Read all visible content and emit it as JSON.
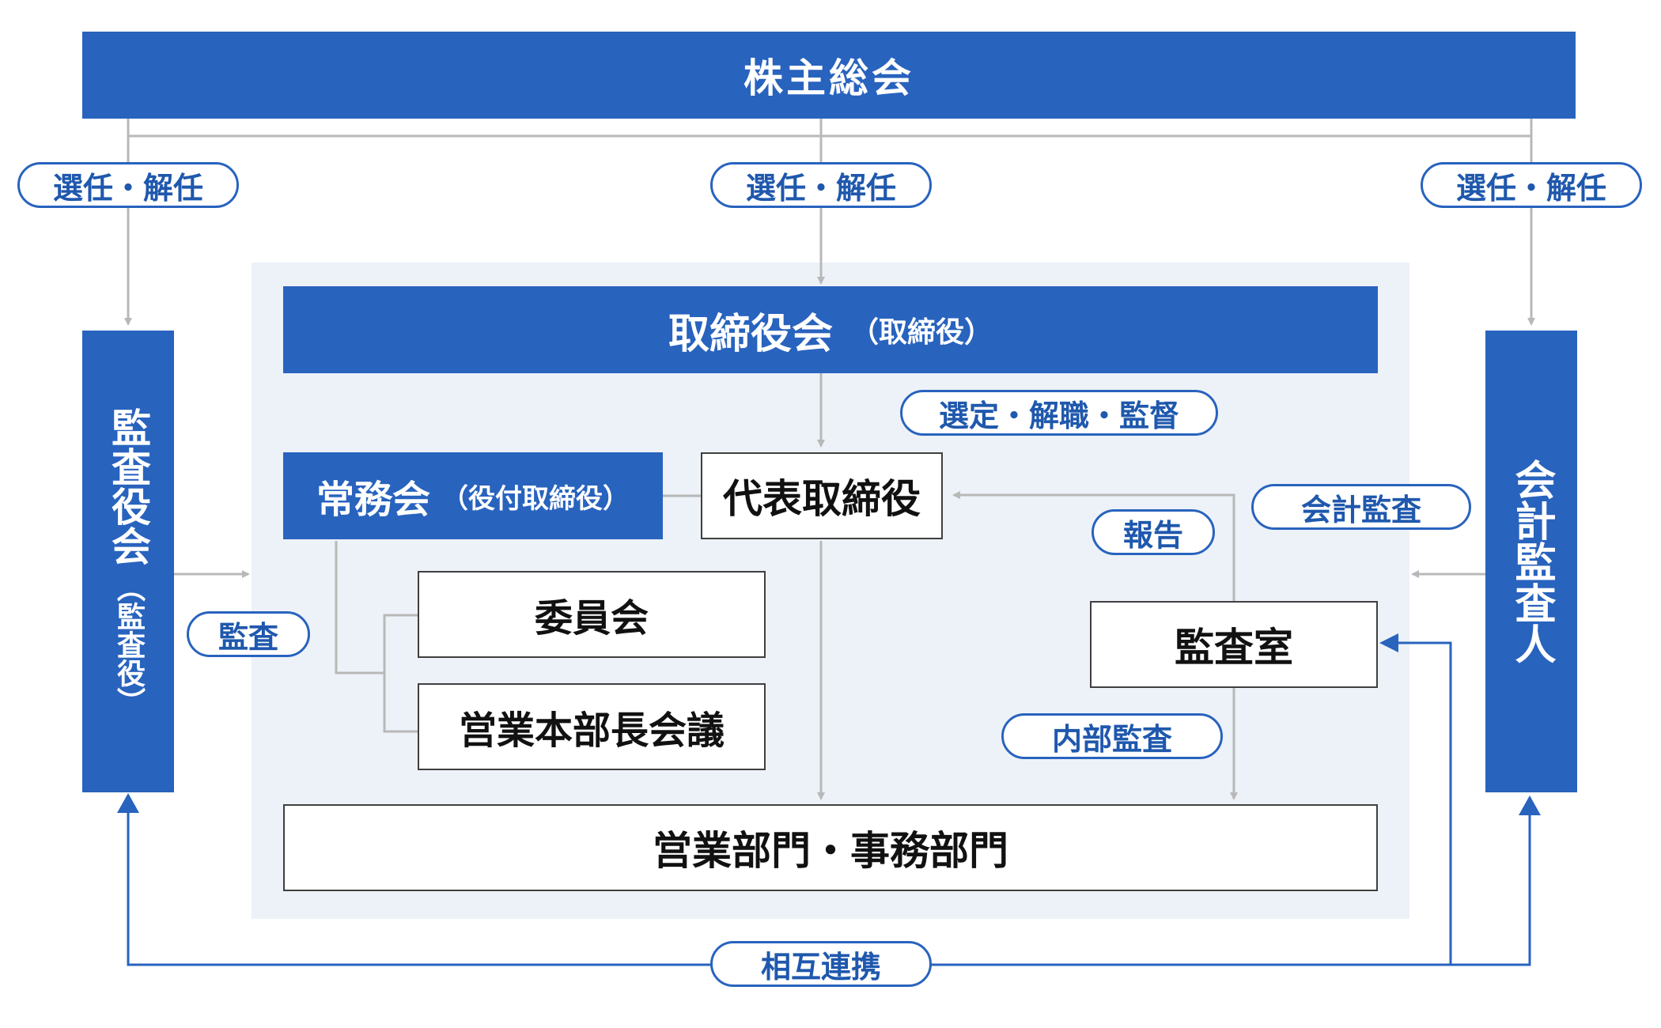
{
  "shareholders_meeting": "株主総会",
  "board": {
    "label": "取締役会",
    "sub": "（取締役）"
  },
  "executive_committee": {
    "label": "常務会",
    "sub": "（役付取締役）"
  },
  "representative_director": "代表取締役",
  "committee": "委員会",
  "sales_hq_meeting": "営業本部長会議",
  "departments": "営業部門・事務部門",
  "audit_office": "監査室",
  "audit_board": {
    "label": "監査役会",
    "sub": "（監査役）"
  },
  "accounting_auditor": "会計監査人",
  "labels": {
    "appoint_dismiss_left": "選任・解任",
    "appoint_dismiss_center": "選任・解任",
    "appoint_dismiss_right": "選任・解任",
    "select_dismiss_supervise": "選定・解職・監督",
    "accounting_audit": "会計監査",
    "report": "報告",
    "audit": "監査",
    "internal_audit": "内部監査",
    "mutual_cooperation": "相互連携"
  },
  "colors": {
    "primary_blue": "#2863be",
    "connector_gray": "#b8b8b8",
    "panel_bg": "#edf2f8"
  }
}
